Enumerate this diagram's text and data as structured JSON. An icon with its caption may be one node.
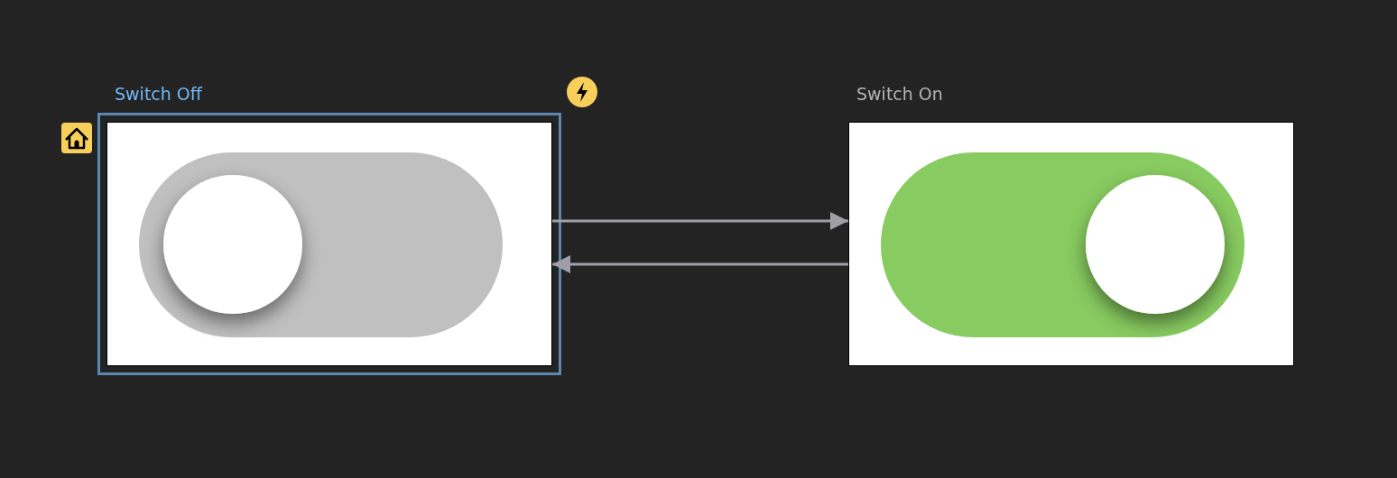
{
  "diagram": {
    "nodes": [
      {
        "text": [
          "Switch Off"
        ]
      },
      {
        "text": [
          "Switch On"
        ]
      }
    ],
    "edges": [
      {
        "from": 0,
        "to": 1,
        "arrow": "to"
      },
      {
        "from": 1,
        "to": 0,
        "arrow": "to"
      }
    ]
  }
}
